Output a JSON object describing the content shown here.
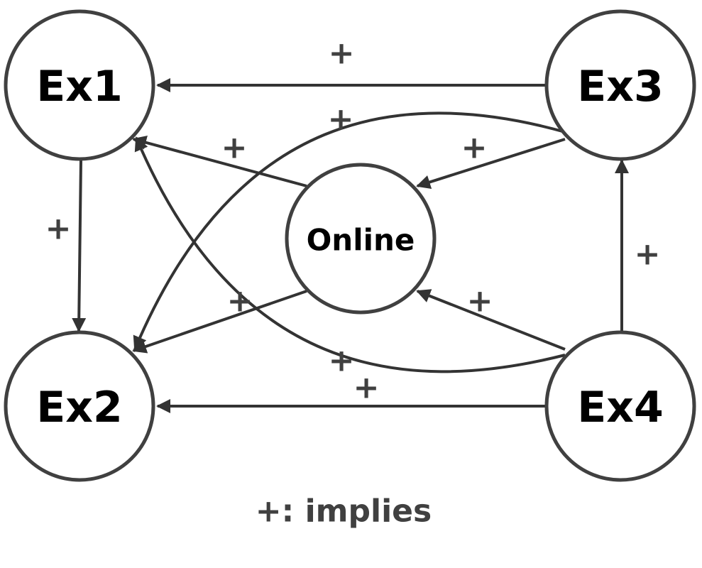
{
  "nodes": {
    "ex1": "Ex1",
    "ex2": "Ex2",
    "ex3": "Ex3",
    "ex4": "Ex4",
    "online": "Online"
  },
  "edges": [
    {
      "from": "Ex3",
      "to": "Ex1",
      "label": "+"
    },
    {
      "from": "Ex1",
      "to": "Ex2",
      "label": "+"
    },
    {
      "from": "Ex4",
      "to": "Ex3",
      "label": "+"
    },
    {
      "from": "Ex4",
      "to": "Ex2",
      "label": "+"
    },
    {
      "from": "Online",
      "to": "Ex1",
      "label": "+"
    },
    {
      "from": "Ex3",
      "to": "Online",
      "label": "+"
    },
    {
      "from": "Ex4",
      "to": "Online",
      "label": "+"
    },
    {
      "from": "Online",
      "to": "Ex2",
      "label": "+"
    },
    {
      "from": "Ex3",
      "to": "Ex2",
      "label": "+"
    },
    {
      "from": "Ex4",
      "to": "Ex1",
      "label": "+"
    }
  ],
  "legend": "+: implies",
  "colors": {
    "stroke": "#333333",
    "text": "#404040"
  }
}
